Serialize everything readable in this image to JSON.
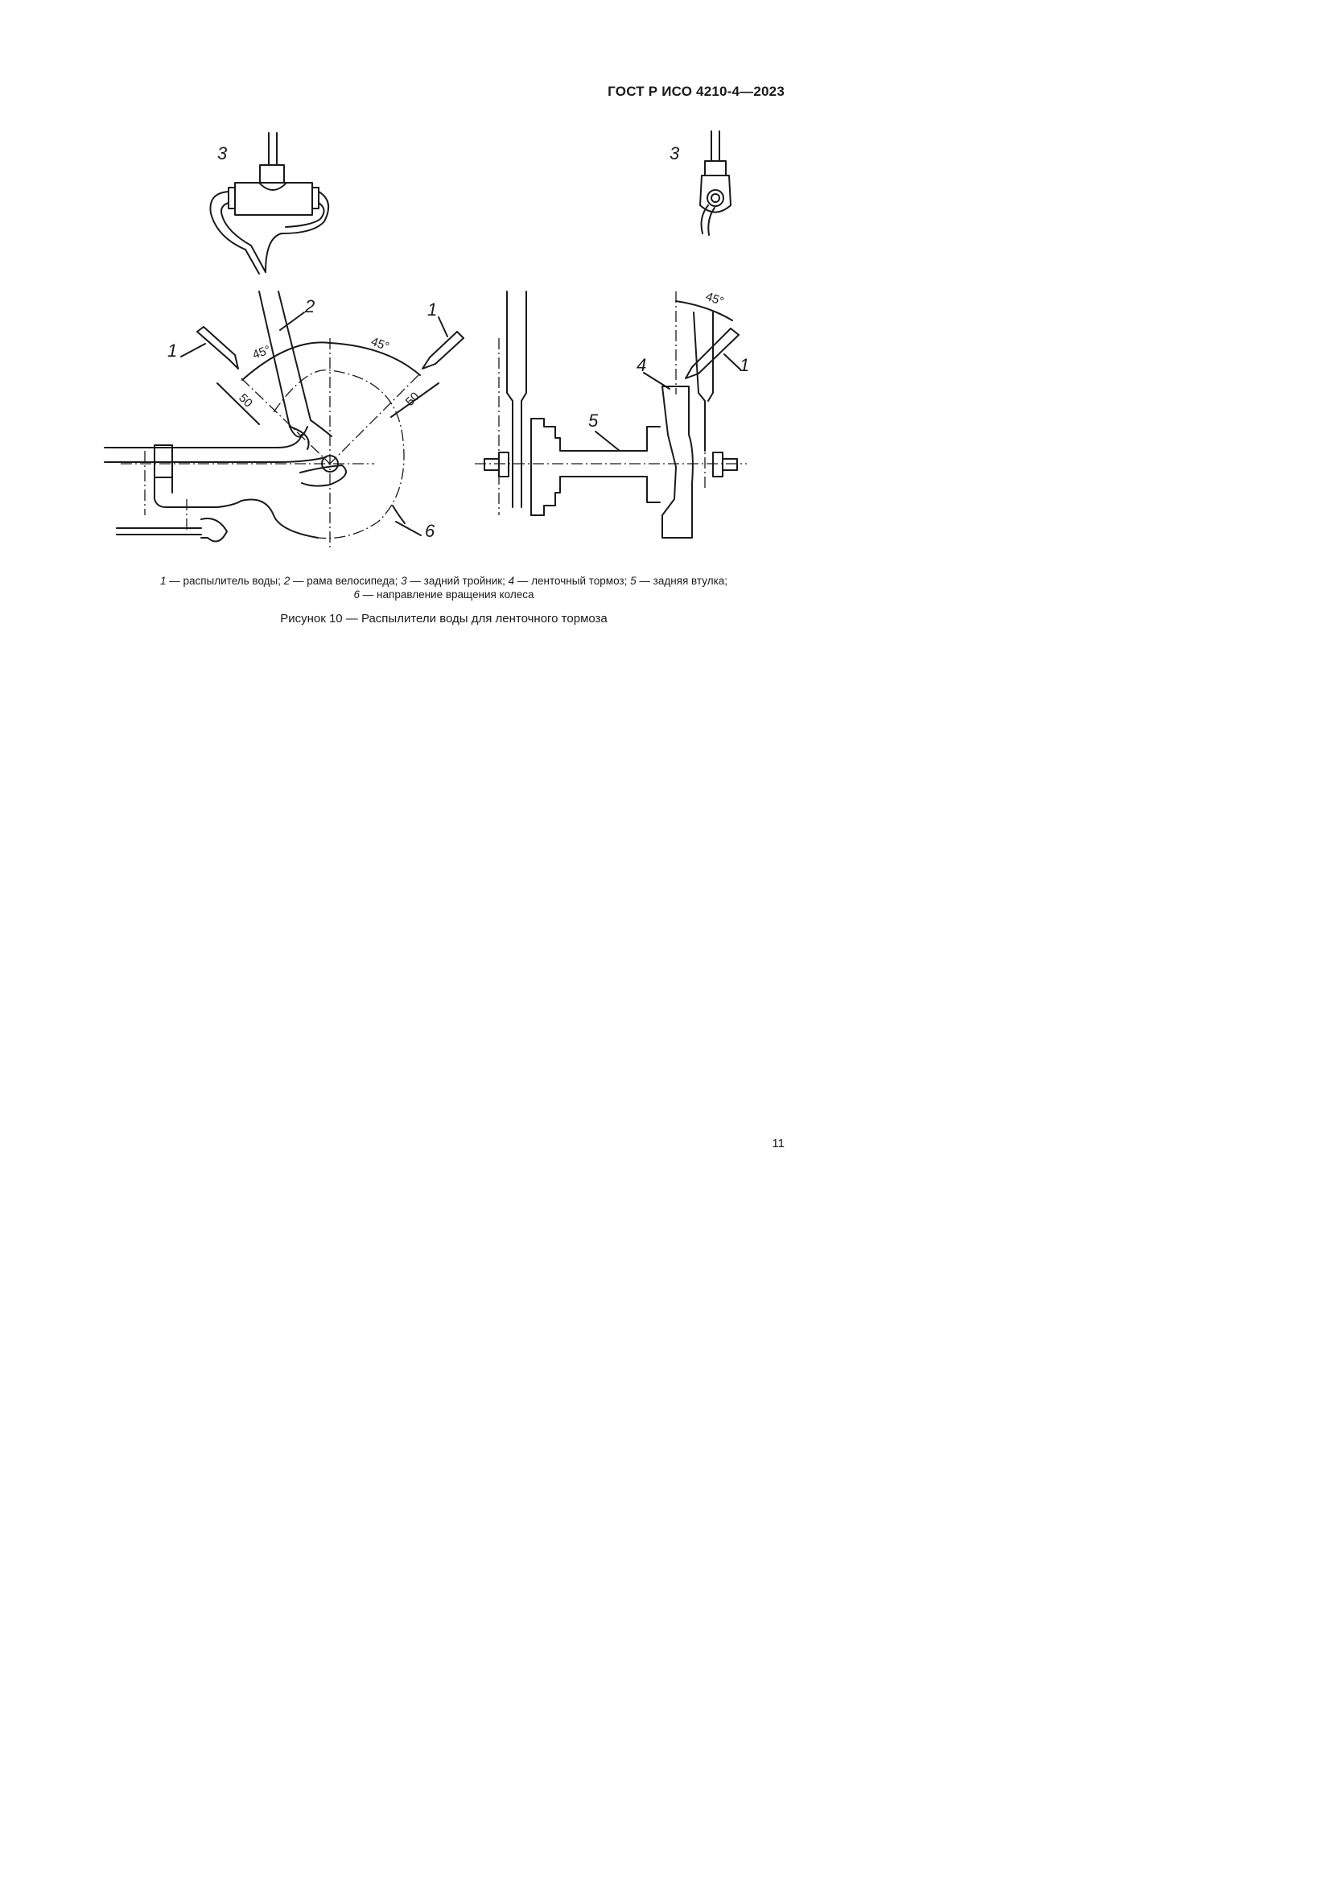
{
  "header": {
    "doc_id": "ГОСТ Р ИСО 4210-4—2023"
  },
  "figure": {
    "callouts": {
      "c1_left": "1",
      "c1_mid": "1",
      "c1_right": "1",
      "c2": "2",
      "c3_left": "3",
      "c3_right": "3",
      "c4": "4",
      "c5": "5",
      "c6": "6"
    },
    "dimensions": {
      "angle_left": "45°",
      "angle_mid": "45°",
      "angle_right": "45°",
      "dist_left": "50",
      "dist_right": "50"
    },
    "legend": [
      {
        "num": "1",
        "text": " — распылитель воды; "
      },
      {
        "num": "2",
        "text": " — рама велосипеда; "
      },
      {
        "num": "3",
        "text": " — задний тройник; "
      },
      {
        "num": "4",
        "text": " — ленточный тормоз; "
      },
      {
        "num": "5",
        "text": " — задняя втулка;"
      },
      {
        "num": "6",
        "text": " — направление вращения колеса"
      }
    ],
    "caption": "Рисунок 10 — Распылители воды для ленточного тормоза"
  },
  "footer": {
    "page_number": "11"
  }
}
